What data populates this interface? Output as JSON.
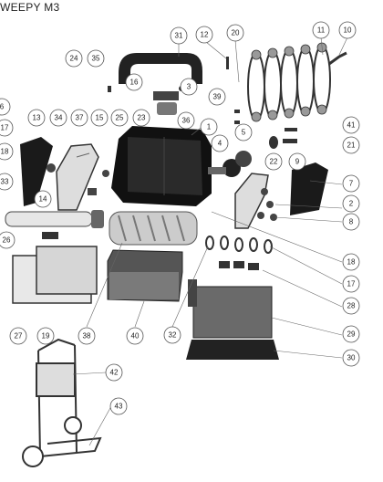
{
  "title": "WEEPY M3",
  "callouts": [
    "1",
    "2",
    "3",
    "4",
    "5",
    "6",
    "7",
    "8",
    "9",
    "10",
    "11",
    "12",
    "13",
    "14",
    "15",
    "16",
    "17",
    "17",
    "18",
    "18",
    "19",
    "20",
    "21",
    "22",
    "23",
    "24",
    "25",
    "26",
    "27",
    "28",
    "29",
    "30",
    "31",
    "32",
    "33",
    "34",
    "35",
    "36",
    "37",
    "38",
    "39",
    "40",
    "41",
    "42",
    "43"
  ]
}
